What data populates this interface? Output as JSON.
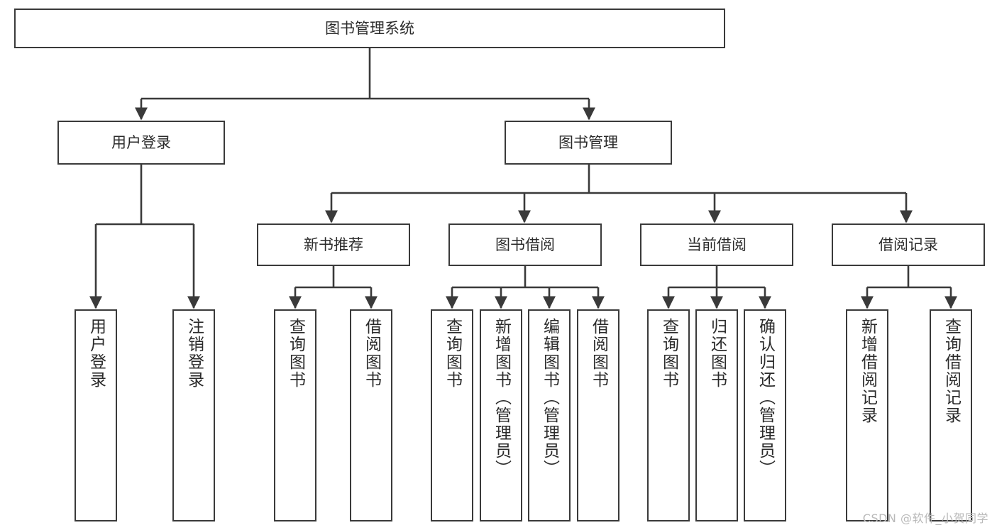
{
  "diagram": {
    "type": "tree-hierarchy",
    "title": "图书管理系统",
    "watermark": "CSDN @软件_小贺同学",
    "colors": {
      "box_border": "#3a3a3a",
      "box_fill": "#ffffff",
      "edge": "#3a3a3a",
      "text": "#2b2b2b",
      "watermark": "#b9b9b9",
      "background": "#ffffff"
    },
    "nodes": {
      "root": {
        "label": "图书管理系统"
      },
      "level2": [
        {
          "label": "用户登录"
        },
        {
          "label": "图书管理"
        }
      ],
      "level3": [
        {
          "label": "新书推荐"
        },
        {
          "label": "图书借阅"
        },
        {
          "label": "当前借阅"
        },
        {
          "label": "借阅记录"
        }
      ],
      "leaves": {
        "user_login": [
          {
            "label": "用户登录"
          },
          {
            "label": "注销登录"
          }
        ],
        "new_book": [
          {
            "label": "查询图书"
          },
          {
            "label": "借阅图书"
          }
        ],
        "book_borrow": [
          {
            "label": "查询图书"
          },
          {
            "label": "新增图书（管理员）"
          },
          {
            "label": "编辑图书（管理员）"
          },
          {
            "label": "借阅图书"
          }
        ],
        "current_borrow": [
          {
            "label": "查询图书"
          },
          {
            "label": "归还图书"
          },
          {
            "label": "确认归还（管理员）"
          }
        ],
        "borrow_record": [
          {
            "label": "新增借阅记录"
          },
          {
            "label": "查询借阅记录"
          }
        ]
      }
    }
  }
}
